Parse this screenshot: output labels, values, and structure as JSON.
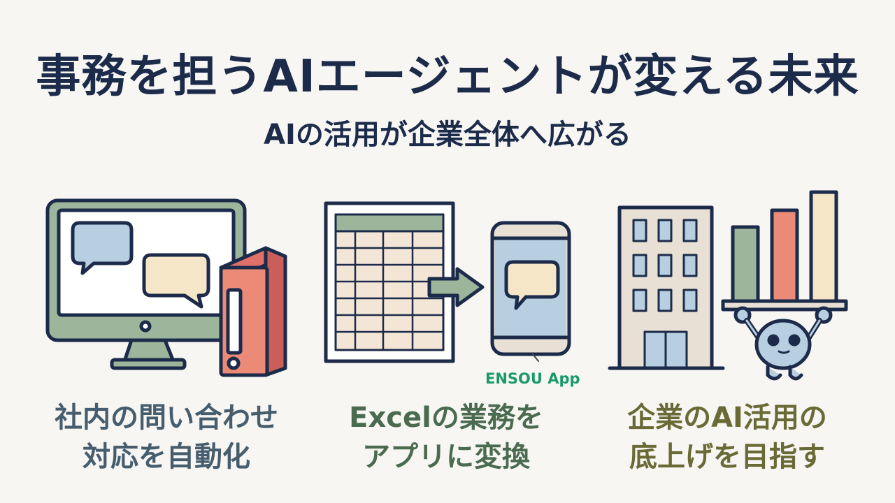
{
  "header": {
    "title": "事務を担うAIエージェントが変える未来",
    "subtitle": "AIの活用が企業全体へ広がる"
  },
  "panels": [
    {
      "caption_lines": [
        "社内の問い合わせ",
        "対応を自動化"
      ],
      "caption_color": "#465d6e",
      "icons": [
        "monitor-icon",
        "chat-bubble-icon",
        "binder-icon"
      ]
    },
    {
      "caption_lines": [
        "Excelの業務を",
        "アプリに変換"
      ],
      "caption_color": "#4a6b4f",
      "app_label": "ENSOU App",
      "app_label_color": "#1a9a6a",
      "icons": [
        "spreadsheet-icon",
        "arrow-right-icon",
        "smartphone-icon"
      ]
    },
    {
      "caption_lines": [
        "企業のAI活用の",
        "底上げを目指す"
      ],
      "caption_color": "#6a6a36",
      "icons": [
        "office-building-icon",
        "bar-chart-icon",
        "robot-icon"
      ]
    }
  ],
  "colors": {
    "background": "#f7f6f3",
    "outline": "#1c2b4a",
    "green": "#9db59a",
    "blue": "#b7cfe0",
    "cream": "#f5e6c8",
    "red": "#ec8a78",
    "beige": "#e8e0d4"
  }
}
